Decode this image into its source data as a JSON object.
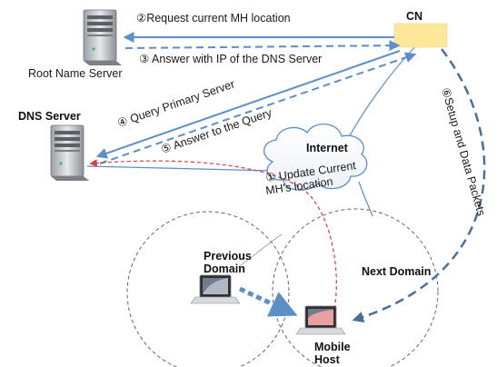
{
  "nodes": {
    "cn": "CN",
    "root_name_server": "Root Name Server",
    "dns_server": "DNS Server",
    "internet": "Internet",
    "previous_domain_line1": "Previous",
    "previous_domain_line2": "Domain",
    "next_domain": "Next Domain",
    "mobile_host_line1": "Mobile",
    "mobile_host_line2": "Host"
  },
  "steps": {
    "step1_line1": "① Update Current",
    "step1_line2": "MH's location",
    "step2": "②Request current MH location",
    "step3": "③  Answer with IP  of the DNS Server",
    "step4": "④ Query Primary Server",
    "step5": "⑤ Answer to the Query",
    "step6": "⑥Setup  and Data Packets"
  },
  "colors": {
    "arrow_blue": "#5b8fc9",
    "dark_blue_dashed": "#4a6e9e",
    "red_dashed": "#e03a3a",
    "cn_box": "#fde89a",
    "domain_circle": "#666666"
  }
}
